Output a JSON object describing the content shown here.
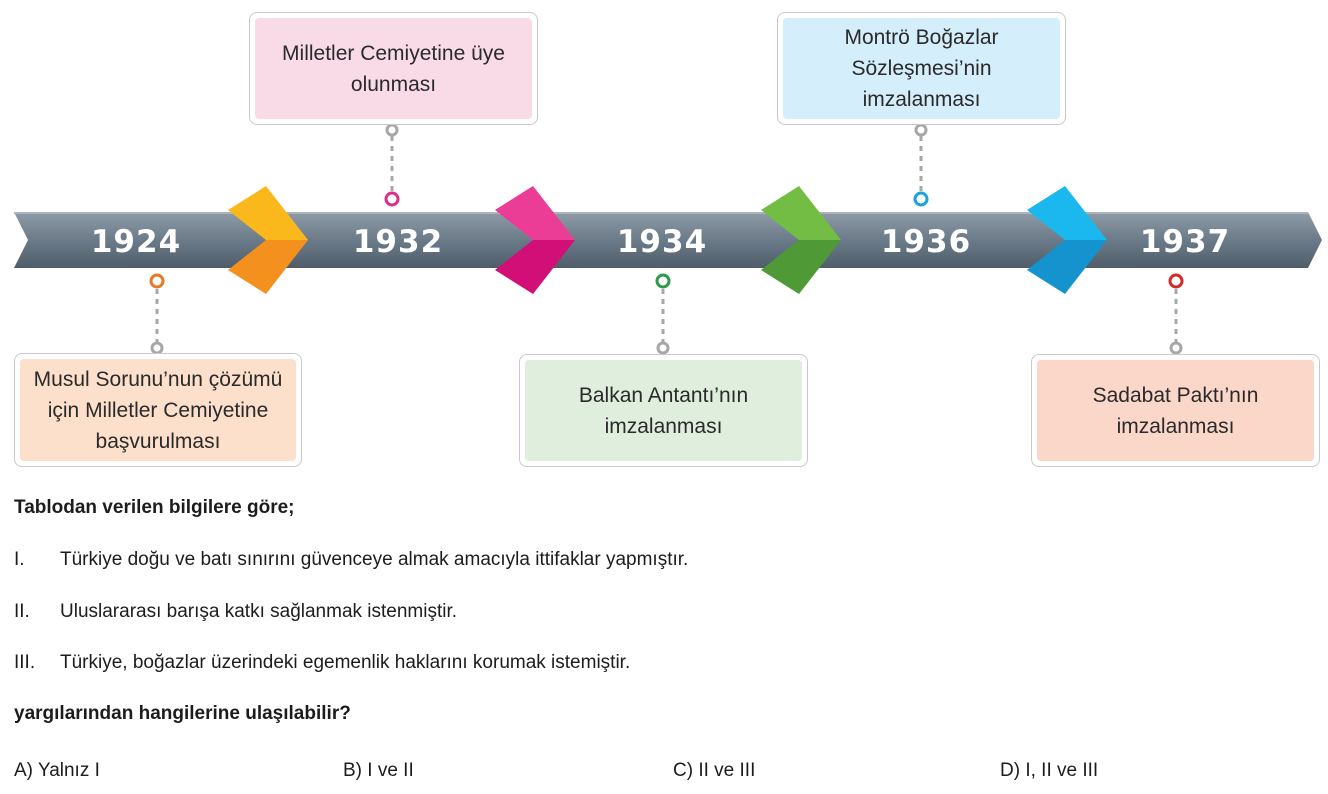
{
  "timeline": {
    "years": [
      "1924",
      "1932",
      "1934",
      "1936",
      "1937"
    ],
    "colors": {
      "band": "#6f7f8d",
      "chevrons": [
        "#f9a21b",
        "#e0197d",
        "#5fae3e",
        "#1aa7e0"
      ],
      "dots": [
        "#e8782a",
        "#d9308e",
        "#2e9a4a",
        "#1aa3dc",
        "#d52a2a"
      ]
    },
    "events": [
      {
        "text": "Musul Sorunu’nun çözümü için Milletler Cemiyetine başvurulması",
        "fill": "#fce0cb"
      },
      {
        "text": "Milletler Cemiyetine üye olunması",
        "fill": "#f9dbe8"
      },
      {
        "text": "Balkan Antantı’nın imzalanması",
        "fill": "#dfeedd"
      },
      {
        "text": "Montrö Boğazlar Sözleşmesi’nin imzalanması",
        "fill": "#d4eefb"
      },
      {
        "text": "Sadabat Paktı’nın imzalanması",
        "fill": "#fbd7c9"
      }
    ]
  },
  "question": {
    "intro": "Tablodan verilen bilgilere göre;",
    "statements": [
      {
        "num": "I.",
        "text": "Türkiye doğu ve batı sınırını güvenceye almak amacıyla ittifaklar yapmıştır."
      },
      {
        "num": "II.",
        "text": "Uluslararası barışa katkı sağlanmak istenmiştir."
      },
      {
        "num": "III.",
        "text": "Türkiye, boğazlar üzerindeki egemenlik haklarını korumak istemiştir."
      }
    ],
    "ask": "yargılarından hangilerine ulaşılabilir?",
    "options": [
      "A) Yalnız I",
      "B) I ve II",
      "C) II ve III",
      "D) I, II ve III"
    ]
  }
}
